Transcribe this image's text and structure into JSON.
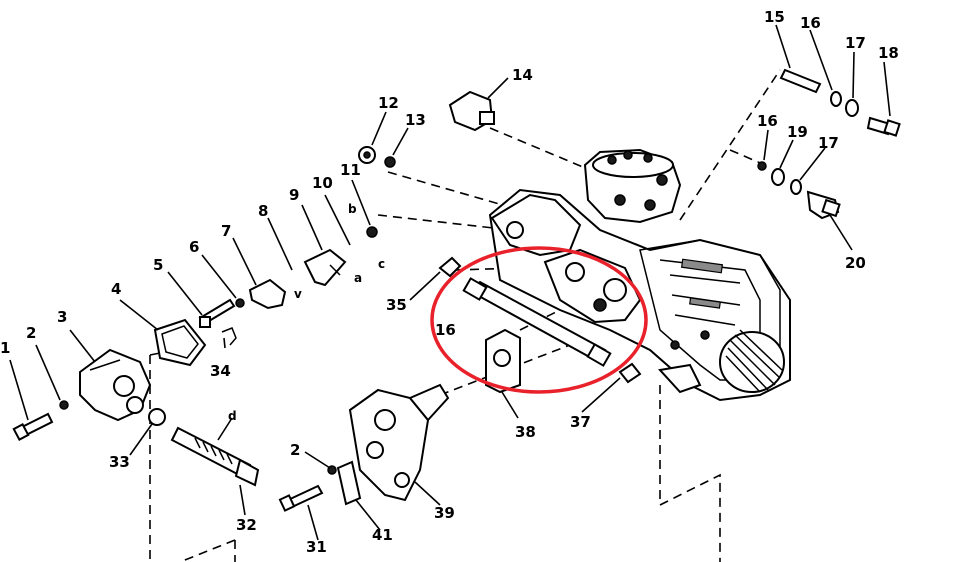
{
  "diagram": {
    "highlight_color": "#e8212b",
    "line_color": "#000000",
    "labels": {
      "p1": "1",
      "p2a": "2",
      "p2b": "2",
      "p3": "3",
      "p4": "4",
      "p5": "5",
      "p6": "6",
      "p7": "7",
      "p8": "8",
      "p9": "9",
      "p10": "10",
      "p11": "11",
      "p12": "12",
      "p13": "13",
      "p14": "14",
      "p15": "15",
      "p16a": "16",
      "p16b": "16",
      "p16c": "16",
      "p17a": "17",
      "p17b": "17",
      "p18": "18",
      "p19": "19",
      "p20": "20",
      "p31": "31",
      "p32": "32",
      "p33": "33",
      "p34": "34",
      "p35": "35",
      "p37": "37",
      "p38": "38",
      "p39": "39",
      "p41": "41",
      "la": "a",
      "lb": "b",
      "lc": "c",
      "ld": "d",
      "lv": "v"
    }
  }
}
